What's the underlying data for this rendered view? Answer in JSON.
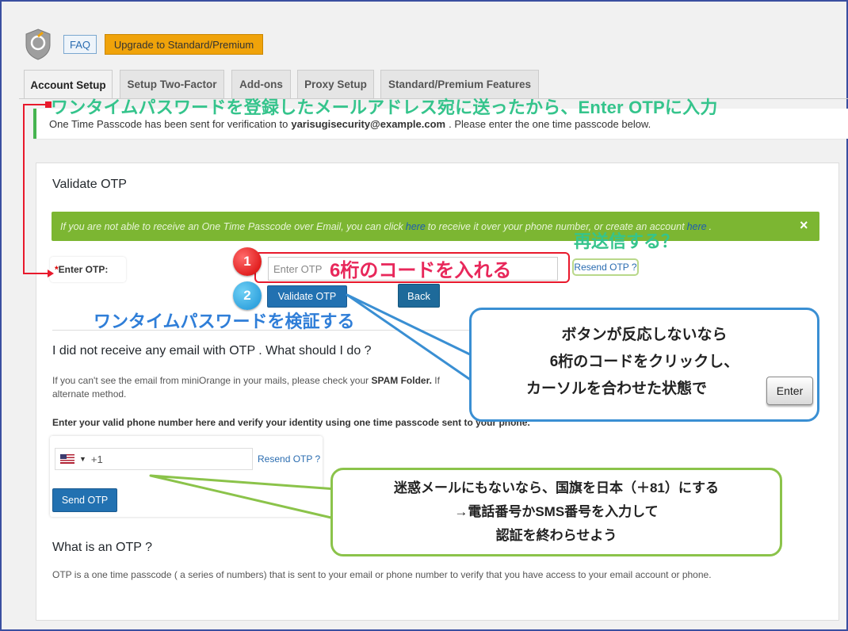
{
  "header": {
    "faq_label": "FAQ",
    "upgrade_label": "Upgrade to Standard/Premium"
  },
  "tabs": [
    {
      "label": "Account Setup",
      "active": true
    },
    {
      "label": "Setup Two-Factor"
    },
    {
      "label": "Add-ons"
    },
    {
      "label": "Proxy Setup"
    },
    {
      "label": "Standard/Premium Features"
    }
  ],
  "notice": {
    "prefix": "One Time Passcode has been sent for verification to",
    "email": "yarisugisecurity@example.com",
    "suffix": ". Please enter the one time passcode below."
  },
  "validate": {
    "title": "Validate OTP",
    "green_msg_1": "If you are not able to receive an One Time Passcode over Email, you can click",
    "green_link_1": "here",
    "green_msg_2": "to receive it over your phone number, or create an account",
    "green_link_2": "here",
    "green_msg_3": ".",
    "close": "×",
    "otp_required_mark": "*",
    "otp_label": "Enter OTP:",
    "otp_placeholder": "Enter OTP",
    "resend_label": "Resend OTP ?",
    "validate_button": "Validate OTP",
    "back_button": "Back"
  },
  "help": {
    "title": "I did not receive any email with OTP . What should I do ?",
    "spam_text_1": "If you can't see the email from miniOrange in your mails, please check your",
    "spam_bold": "SPAM Folder.",
    "spam_text_2": "If",
    "spam_text_3": "alternate method.",
    "phone_text": "Enter your valid phone number here and verify your identity using one time passcode sent to your phone.",
    "phone_prefix": "+1",
    "resend_label": "Resend OTP ?",
    "send_button": "Send OTP",
    "what_title": "What is an OTP ?",
    "what_text": "OTP is a one time passcode ( a series of numbers) that is sent to your email or phone number to verify that you have access to your email account or phone."
  },
  "annotations": {
    "top": "ワンタイムパスワードを登録したメールアドレス宛に送ったから、Enter OTPに入力",
    "resend": "再送信する？",
    "otp_hint": "6桁のコードを入れる",
    "verify": "ワンタイムパスワードを検証する",
    "badge1": "1",
    "badge2": "2",
    "blue_line1": "ボタンが反応しないなら",
    "blue_line2": "6桁のコードをクリックし、",
    "blue_line3": "カーソルを合わせた状態で",
    "enter_key": "Enter",
    "green_line1": "迷惑メールにもないなら、国旗を日本（＋81）にする",
    "green_line2": "→電話番号かSMS番号を入力して",
    "green_line3": "認証を終わらせよう"
  }
}
